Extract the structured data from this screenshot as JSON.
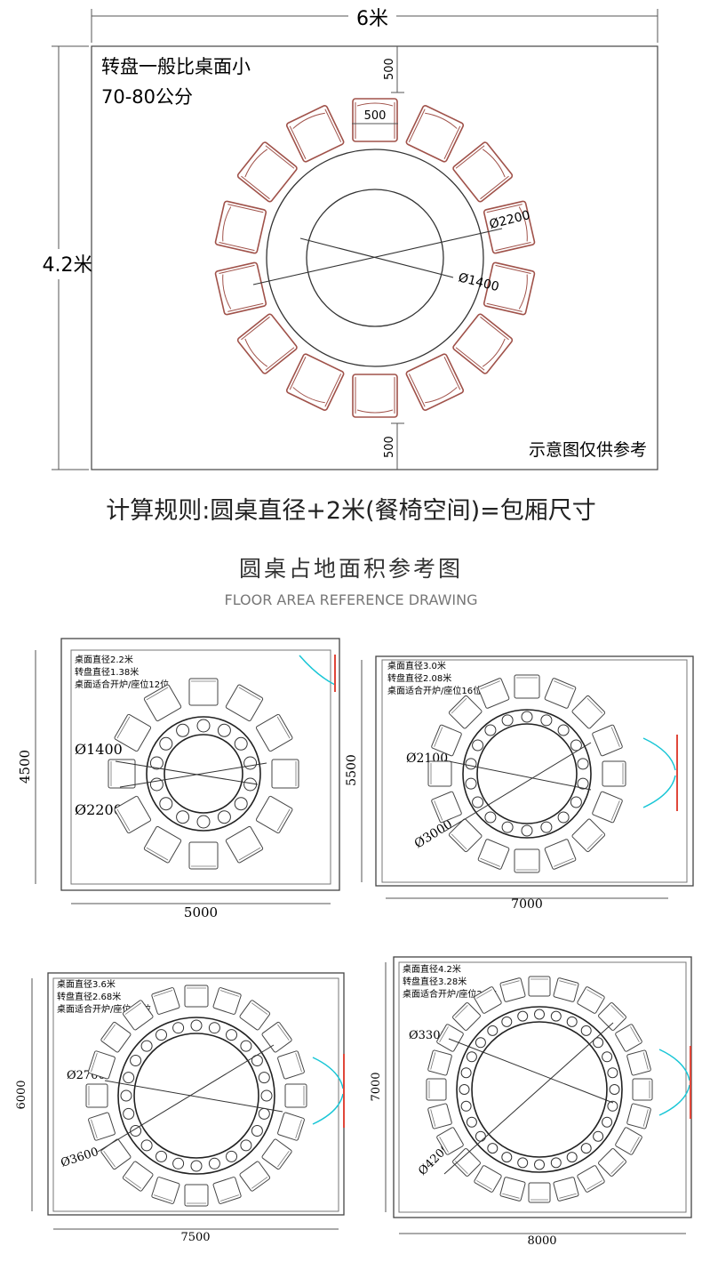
{
  "top_drawing": {
    "width_label": "6米",
    "height_label": "4.2米",
    "note_line1": "转盘一般比桌面小",
    "note_line2": "70-80公分",
    "dim_top_gap": "500",
    "dim_chair_width": "500",
    "dim_bottom_gap": "500",
    "diam_table": "Ø2200",
    "diam_turntable": "Ø1400",
    "disclaimer": "示意图仅供参考"
  },
  "rule_text": "计算规则:圆桌直径+2米(餐椅空间)=包厢尺寸",
  "section_title": "圆桌占地面积参考图",
  "section_subtitle": "FLOOR AREA REFERENCE DRAWING",
  "plans": [
    {
      "table": "桌面直径2.2米",
      "turntable": "转盘直径1.38米",
      "seats": "桌面适合开炉/座位12位",
      "d_inner": "Ø1400",
      "d_outer": "Ø2200",
      "height": "4500",
      "width": "5000"
    },
    {
      "table": "桌面直径3.0米",
      "turntable": "转盘直径2.08米",
      "seats": "桌面适合开炉/座位16位",
      "d_inner": "Ø2100",
      "d_outer": "Ø3000",
      "height": "5500",
      "width": "7000"
    },
    {
      "table": "桌面直径3.6米",
      "turntable": "转盘直径2.68米",
      "seats": "桌面适合开炉/座位20位",
      "d_inner": "Ø2700",
      "d_outer": "Ø3600",
      "height": "6000",
      "width": "7500"
    },
    {
      "table": "桌面直径4.2米",
      "turntable": "转盘直径3.28米",
      "seats": "桌面适合开炉/座位24位",
      "d_inner": "Ø3300",
      "d_outer": "Ø4200",
      "height": "7000",
      "width": "8000"
    }
  ]
}
